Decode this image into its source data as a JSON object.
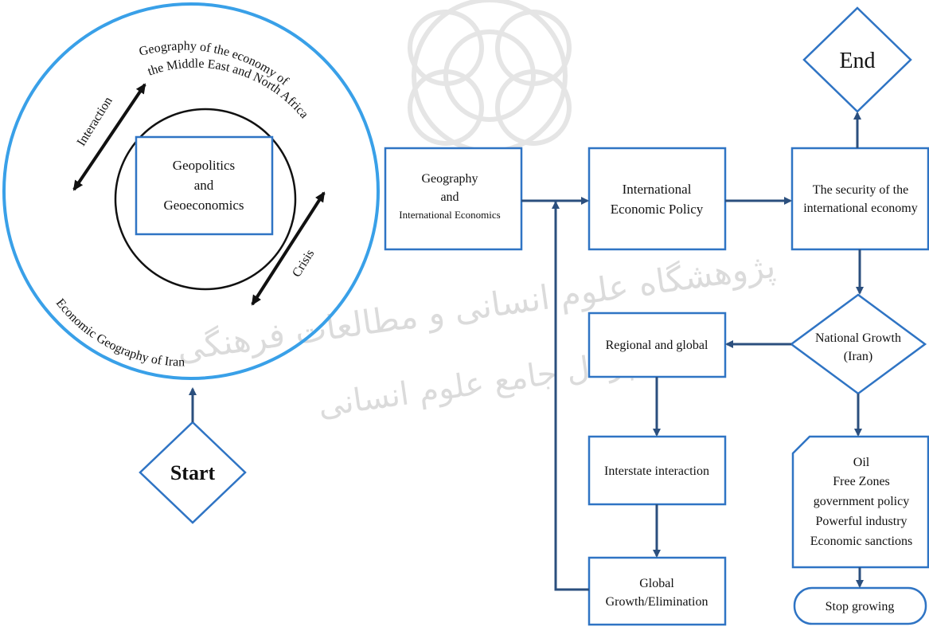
{
  "colors": {
    "box_border": "#2f74c4",
    "outer_circle": "#39a0e8",
    "flow_arrow": "#2b4f7e",
    "text": "#111111",
    "watermark": "#d7d7d7"
  },
  "watermark": {
    "line1": "پژوهشگاه علوم انسانی و مطالعات فرهنگی",
    "line2": "پرتال جامع علوم انسانی"
  },
  "circle": {
    "center_line1": "Geopolitics",
    "center_line2": "and",
    "center_line3": "Geoeconomics",
    "arc_top": "Geography of the economy of",
    "arc_top2": "the Middle East and North Africa",
    "arc_bottom": "Economic Geography of Iran",
    "interaction": "Interaction",
    "crisis": "Crisis"
  },
  "nodes": {
    "start": "Start",
    "end": "End",
    "geo_line1": "Geography",
    "geo_line2": "and",
    "geo_line3": "International Economics",
    "iep_line1": "International",
    "iep_line2": "Economic Policy",
    "sec_line1": "The security of the",
    "sec_line2": "international economy",
    "ng_line1": "National Growth",
    "ng_line2": "(Iran)",
    "regional": "Regional and global",
    "interstate": "Interstate interaction",
    "gg_line1": "Global",
    "gg_line2": "Growth/Elimination",
    "factors": [
      "Oil",
      "Free Zones",
      "government policy",
      "Powerful industry",
      "Economic sanctions"
    ],
    "stop": "Stop growing"
  }
}
